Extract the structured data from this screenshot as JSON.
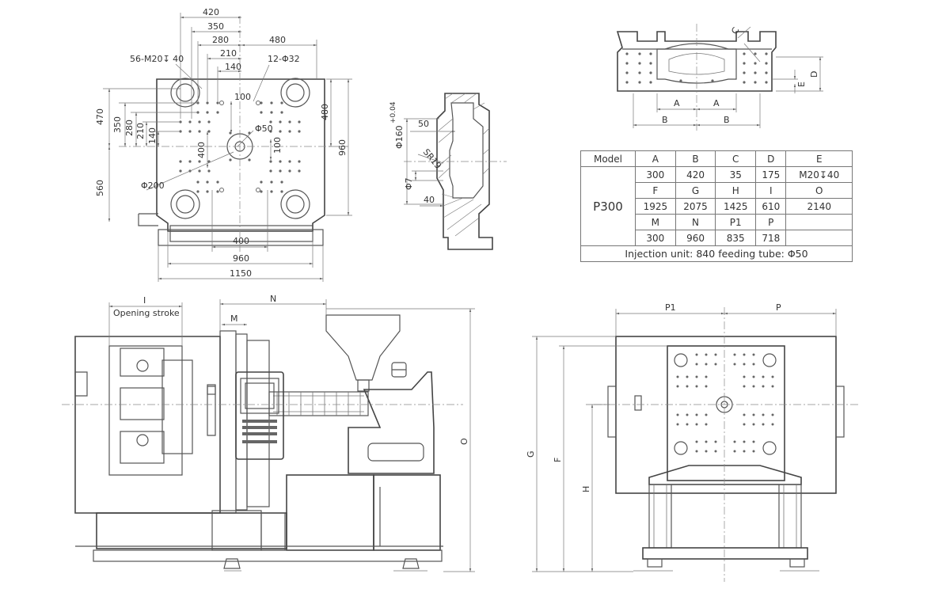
{
  "platen_dims": {
    "top": [
      "420",
      "350",
      "280",
      "210",
      "140"
    ],
    "right_top": "480",
    "left": [
      "470",
      "350",
      "280",
      "210",
      "140"
    ],
    "inner": [
      "100",
      "400",
      "100"
    ],
    "right": [
      "480",
      "960"
    ],
    "left_bottom": "560",
    "bottom": [
      "400",
      "960",
      "1150"
    ],
    "thread_note": "56-M20↧ 40",
    "holes_note": "12-Φ32",
    "center_dia": "Φ50",
    "bottom_dia": "Φ200"
  },
  "nozzle_dims": {
    "dia": "Φ160",
    "tol": "+0.04",
    "d50": "50",
    "sr": "SR19",
    "phi7": "Φ7",
    "d40": "40"
  },
  "top_right_labels": [
    "A",
    "A",
    "B",
    "B",
    "D",
    "E",
    "C"
  ],
  "table": {
    "model_header": "Model",
    "model": "P300",
    "rows": [
      [
        "A",
        "B",
        "C",
        "D",
        "E"
      ],
      [
        "300",
        "420",
        "35",
        "175",
        "M20↧40"
      ],
      [
        "F",
        "G",
        "H",
        "I",
        "O"
      ],
      [
        "1925",
        "2075",
        "1425",
        "610",
        "2140"
      ],
      [
        "M",
        "N",
        "P1",
        "P",
        ""
      ],
      [
        "300",
        "960",
        "835",
        "718",
        ""
      ]
    ],
    "footer": "Injection unit: 840  feeding tube: Φ50"
  },
  "side_view_labels": {
    "I": "I",
    "N": "N",
    "M": "M",
    "O": "O",
    "opening": "Opening stroke"
  },
  "front_view_labels": {
    "P1": "P1",
    "P": "P",
    "G": "G",
    "F": "F",
    "H": "H"
  }
}
